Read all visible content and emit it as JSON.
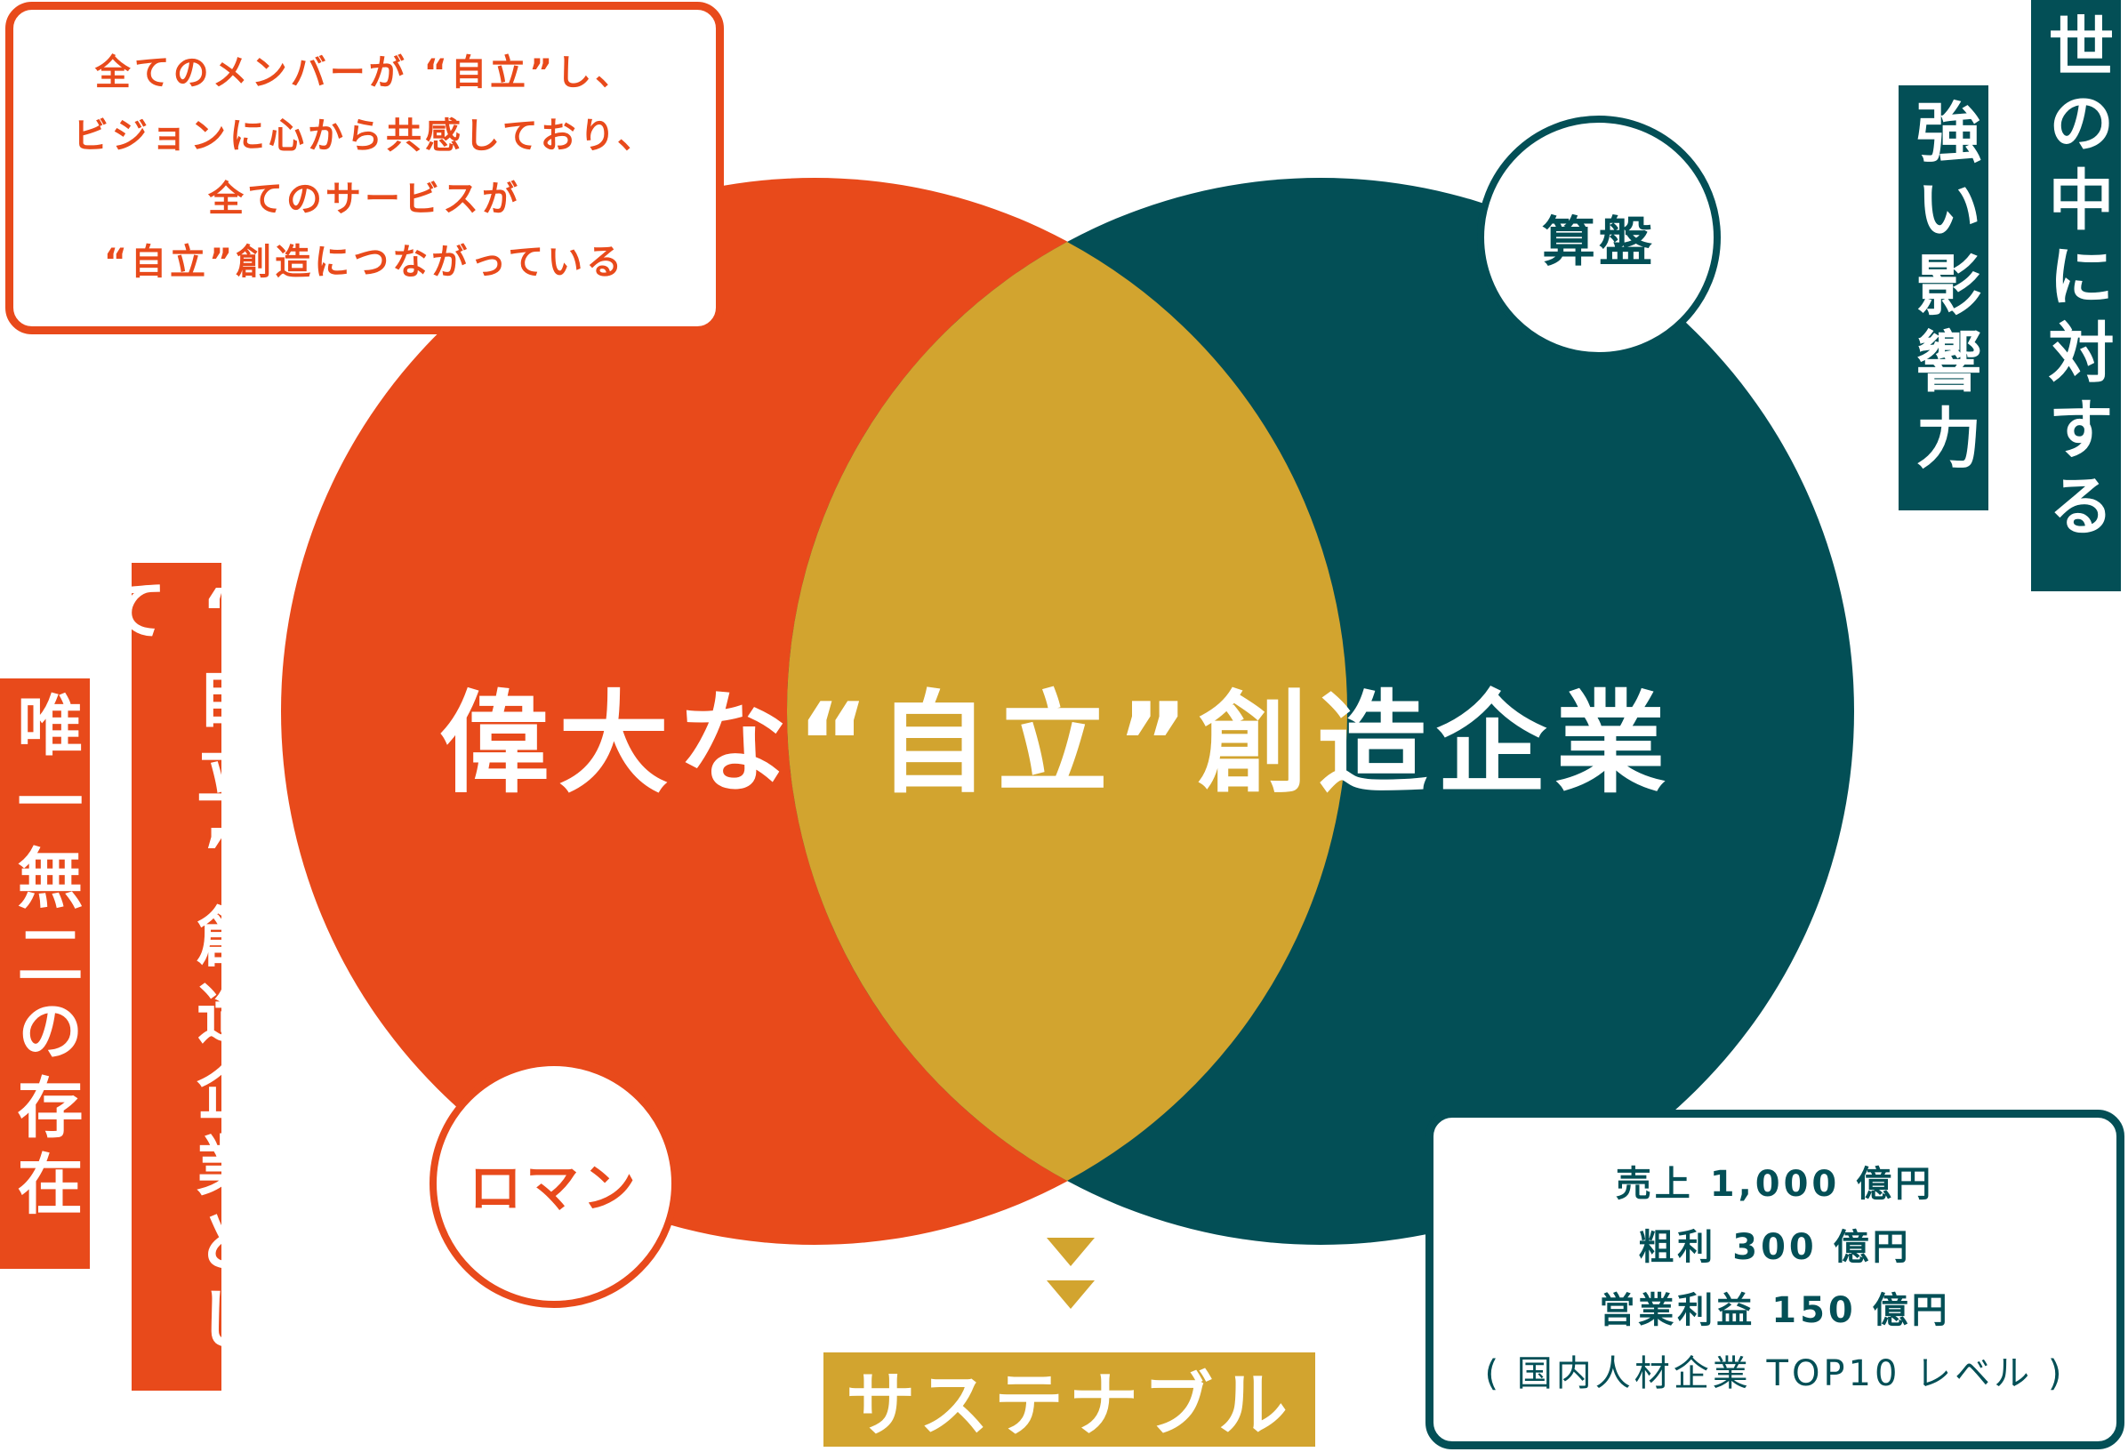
{
  "colors": {
    "roman": "#E84A1B",
    "soroban": "#034F56",
    "overlap": "#D2A42F",
    "text_on_fill": "#FFFFFF"
  },
  "center_title": "偉大な“自立”創造企業",
  "roman_circle": {
    "label": "ロマン"
  },
  "soroban_circle": {
    "label": "算盤"
  },
  "top_left_box": {
    "lines": [
      "全てのメンバーが “自立”し、",
      "ビジョンに心から共感しており、",
      "全てのサービスが",
      "“自立”創造につながっている"
    ]
  },
  "bottom_right_box": {
    "lines": [
      "売上 1,000 億円",
      "粗利 300 億円",
      "営業利益 150 億円",
      "( 国内人材企業 TOP10 レベル )"
    ]
  },
  "left_labels": {
    "unique": "唯一無二の存在",
    "as_company": "“自立”創造企業として"
  },
  "right_labels": {
    "influence": "強い影響力",
    "toward_world": "世の中に対する"
  },
  "arrow_icon": "double-chevron-down-icon",
  "bottom_label": "サステナブル"
}
